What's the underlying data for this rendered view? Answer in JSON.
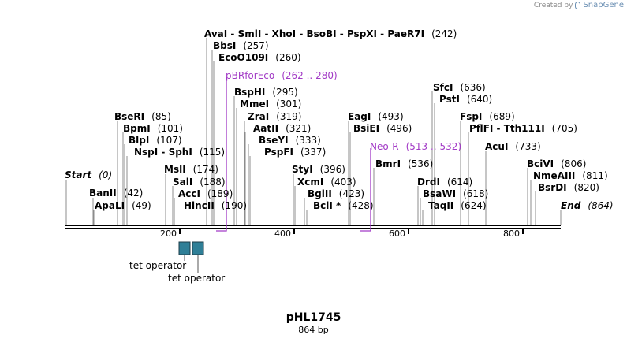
{
  "credit": {
    "prefix": "Created by",
    "brand": "SnapGene"
  },
  "plasmid": {
    "name": "pHL1745",
    "length": "864 bp",
    "total_bp": 864
  },
  "axis": {
    "ticks": [
      "200",
      "400",
      "600",
      "800"
    ]
  },
  "sites": [
    {
      "name": "Start",
      "pos": "(0)"
    },
    {
      "name": "BanII",
      "pos": "(42)"
    },
    {
      "name": "ApaLI",
      "pos": "(49)"
    },
    {
      "name": "BseRI",
      "pos": "(85)"
    },
    {
      "name": "BpmI",
      "pos": "(101)"
    },
    {
      "name": "BlpI",
      "pos": "(107)"
    },
    {
      "name": "NspI - SphI",
      "pos": "(115)"
    },
    {
      "name": "MslI",
      "pos": "(174)"
    },
    {
      "name": "SalI",
      "pos": "(188)"
    },
    {
      "name": "AccI",
      "pos": "(189)"
    },
    {
      "name": "HincII",
      "pos": "(190)"
    },
    {
      "name": "AvaI - SmlI - XhoI - BsoBI - PspXI - PaeR7I",
      "pos": "(242)"
    },
    {
      "name": "BbsI",
      "pos": "(257)"
    },
    {
      "name": "EcoO109I",
      "pos": "(260)"
    },
    {
      "name": "BspHI",
      "pos": "(295)"
    },
    {
      "name": "MmeI",
      "pos": "(301)"
    },
    {
      "name": "ZraI",
      "pos": "(319)"
    },
    {
      "name": "AatII",
      "pos": "(321)"
    },
    {
      "name": "BseYI",
      "pos": "(333)"
    },
    {
      "name": "PspFI",
      "pos": "(337)"
    },
    {
      "name": "StyI",
      "pos": "(396)"
    },
    {
      "name": "XcmI",
      "pos": "(403)"
    },
    {
      "name": "BglII",
      "pos": "(423)"
    },
    {
      "name": "BclI *",
      "pos": "(428)"
    },
    {
      "name": "EagI",
      "pos": "(493)"
    },
    {
      "name": "BsiEI",
      "pos": "(496)"
    },
    {
      "name": "BmrI",
      "pos": "(536)"
    },
    {
      "name": "SfcI",
      "pos": "(636)"
    },
    {
      "name": "PstI",
      "pos": "(640)"
    },
    {
      "name": "DrdI",
      "pos": "(614)"
    },
    {
      "name": "BsaWI",
      "pos": "(618)"
    },
    {
      "name": "TaqII",
      "pos": "(624)"
    },
    {
      "name": "FspI",
      "pos": "(689)"
    },
    {
      "name": "PflFI - Tth111I",
      "pos": "(705)"
    },
    {
      "name": "AcuI",
      "pos": "(733)"
    },
    {
      "name": "BciVI",
      "pos": "(806)"
    },
    {
      "name": "NmeAIII",
      "pos": "(811)"
    },
    {
      "name": "BsrDI",
      "pos": "(820)"
    },
    {
      "name": "End",
      "pos": "(864)"
    }
  ],
  "features": [
    {
      "name": "pBRforEco",
      "range": "(262 .. 280)",
      "color": "#a23ac6"
    },
    {
      "name": "Neo-R",
      "range": "(513 .. 532)",
      "color": "#a23ac6"
    }
  ],
  "operators": [
    {
      "label": "tet operator",
      "color": "#2f7f97"
    },
    {
      "label": "tet operator",
      "color": "#2f7f97"
    }
  ]
}
